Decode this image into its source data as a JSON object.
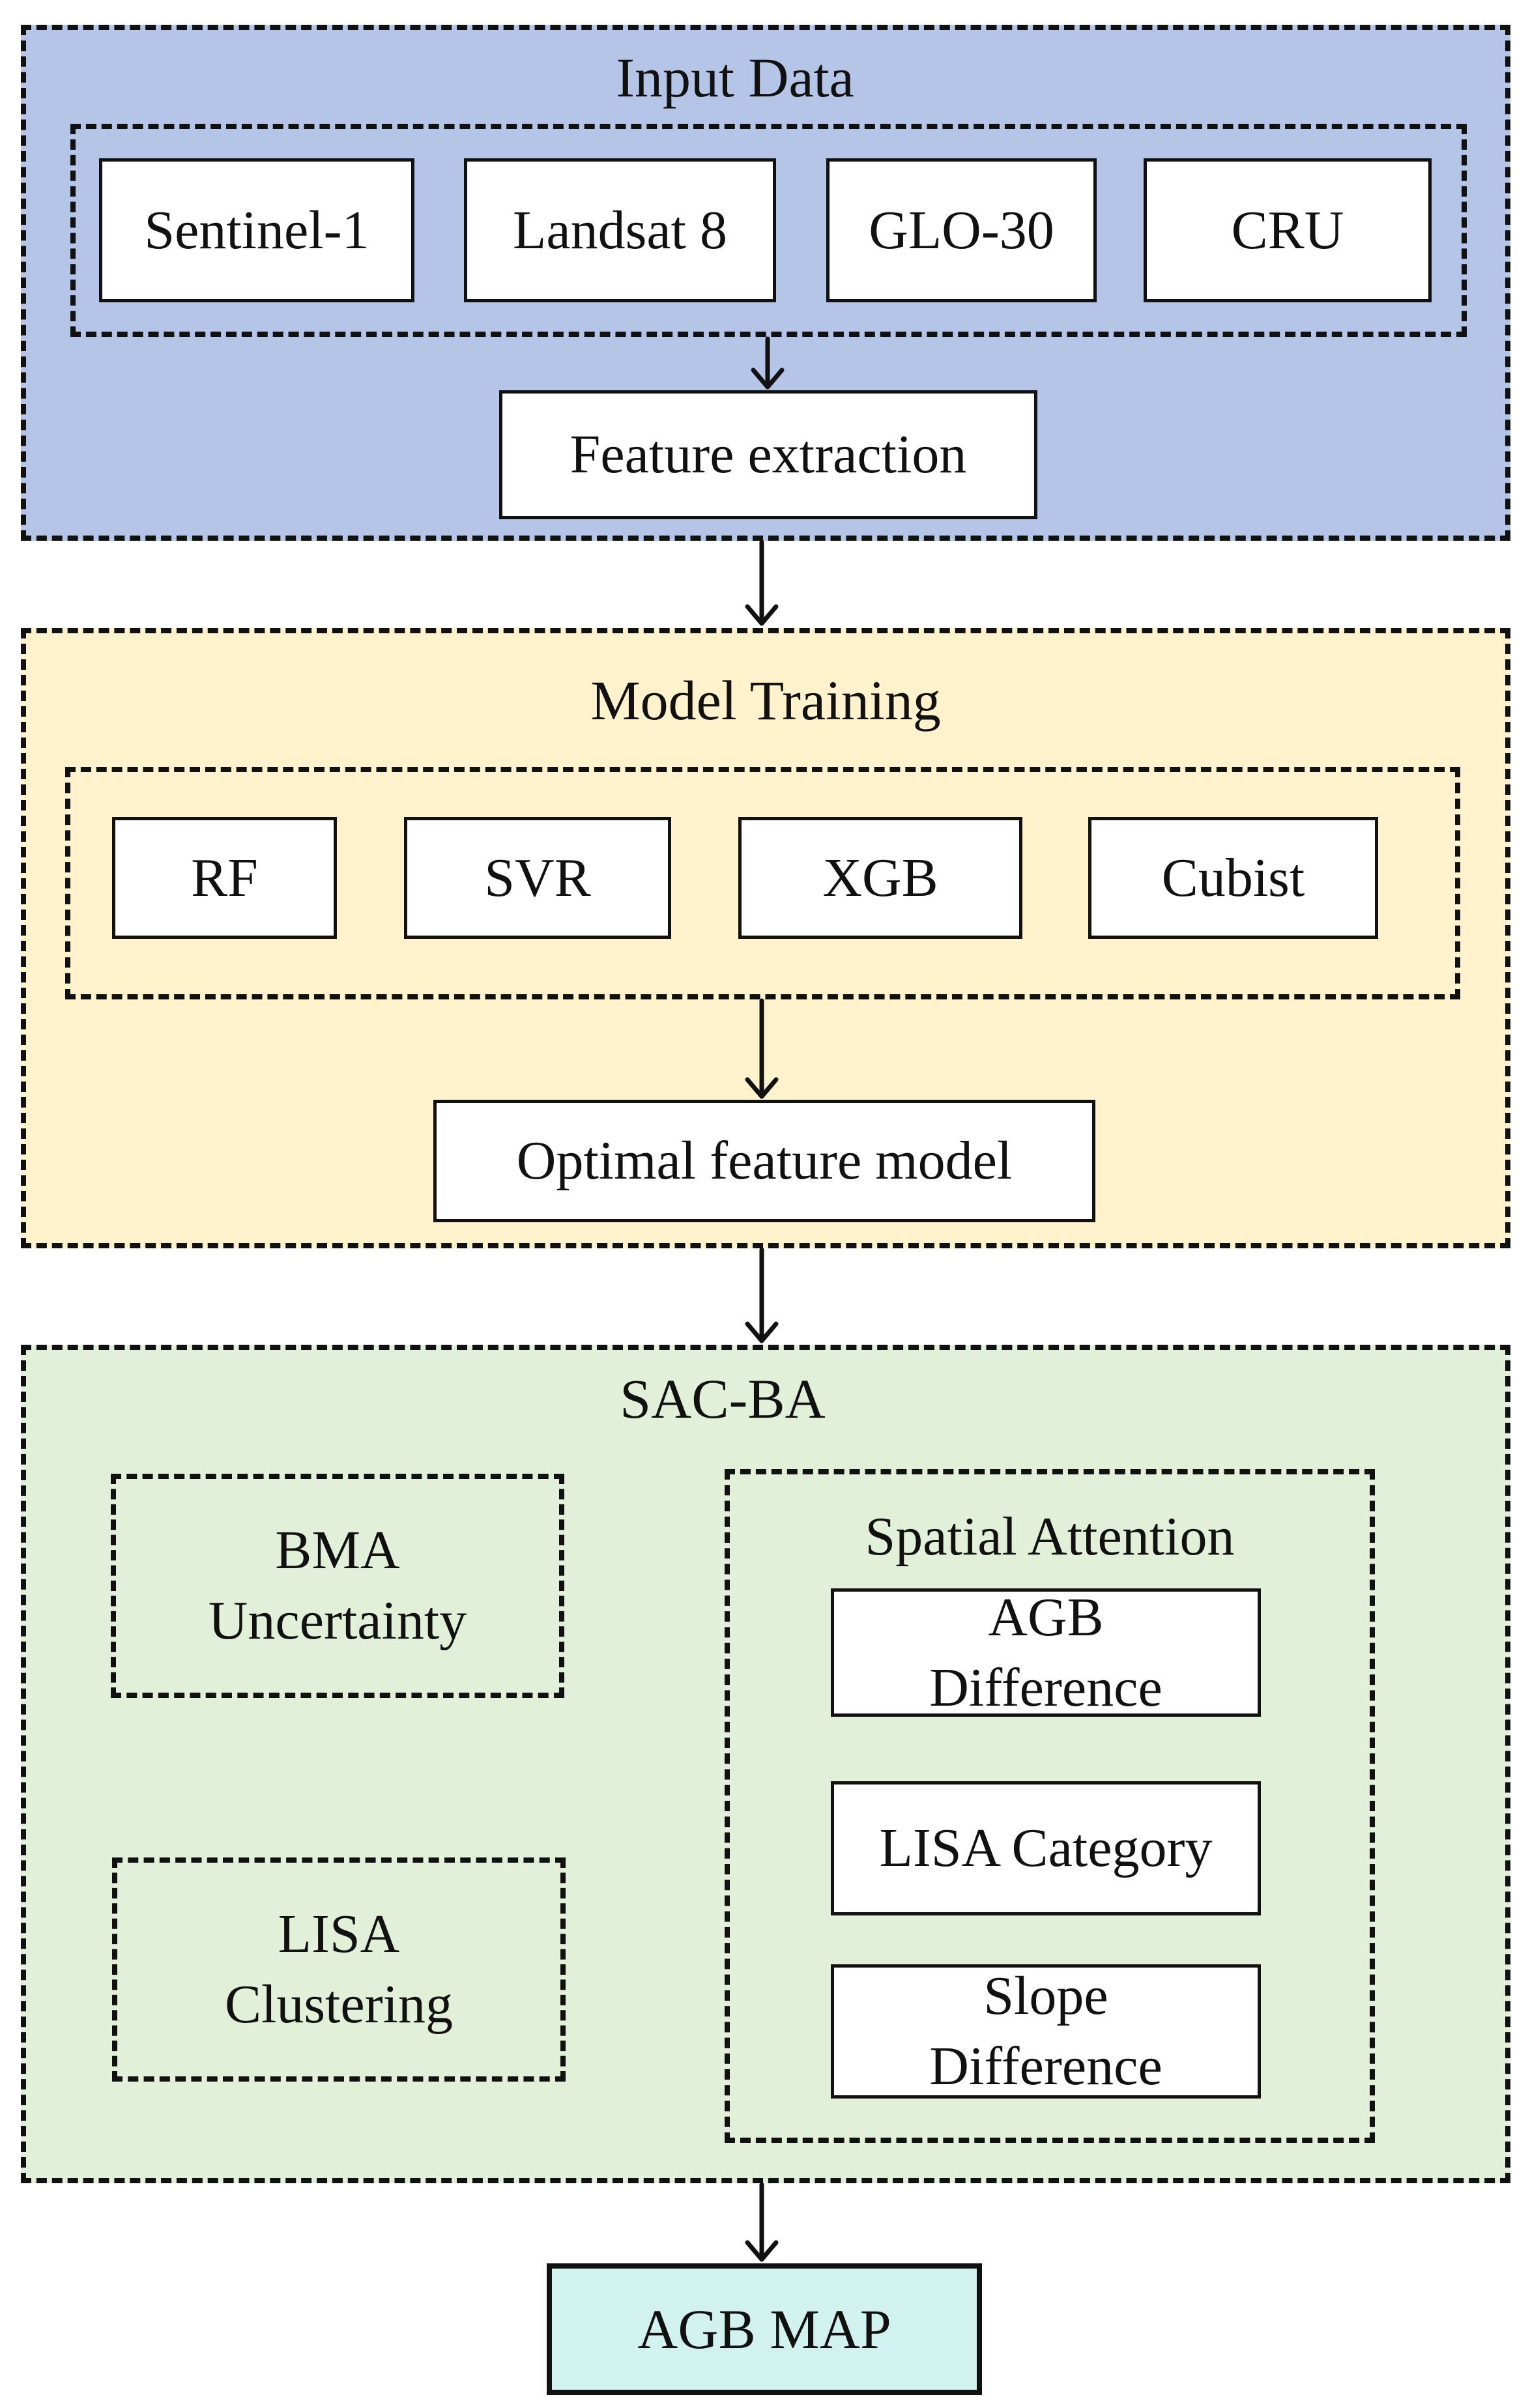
{
  "colors": {
    "input_panel": "#b4c5e7",
    "model_panel": "#fff2cc",
    "sacba_panel": "#e2efd9",
    "agb_map_box": "#d2f2f0",
    "stroke": "#111111"
  },
  "input_data": {
    "title": "Input Data",
    "sources": [
      "Sentinel-1",
      "Landsat 8",
      "GLO-30",
      "CRU"
    ],
    "feature_extraction": "Feature extraction"
  },
  "model_training": {
    "title": "Model Training",
    "models": [
      "RF",
      "SVR",
      "XGB",
      "Cubist"
    ],
    "optimal": "Optimal feature model"
  },
  "sacba": {
    "title": "SAC-BA",
    "bma": [
      "BMA",
      "Uncertainty"
    ],
    "lisa_clustering": [
      "LISA",
      "Clustering"
    ],
    "spatial_attention": {
      "title": "Spatial Attention",
      "agb_difference": [
        "AGB",
        "Difference"
      ],
      "lisa_category": "LISA Category",
      "slope_difference": [
        "Slope",
        "Difference"
      ]
    }
  },
  "output": {
    "agb_map": "AGB MAP"
  }
}
